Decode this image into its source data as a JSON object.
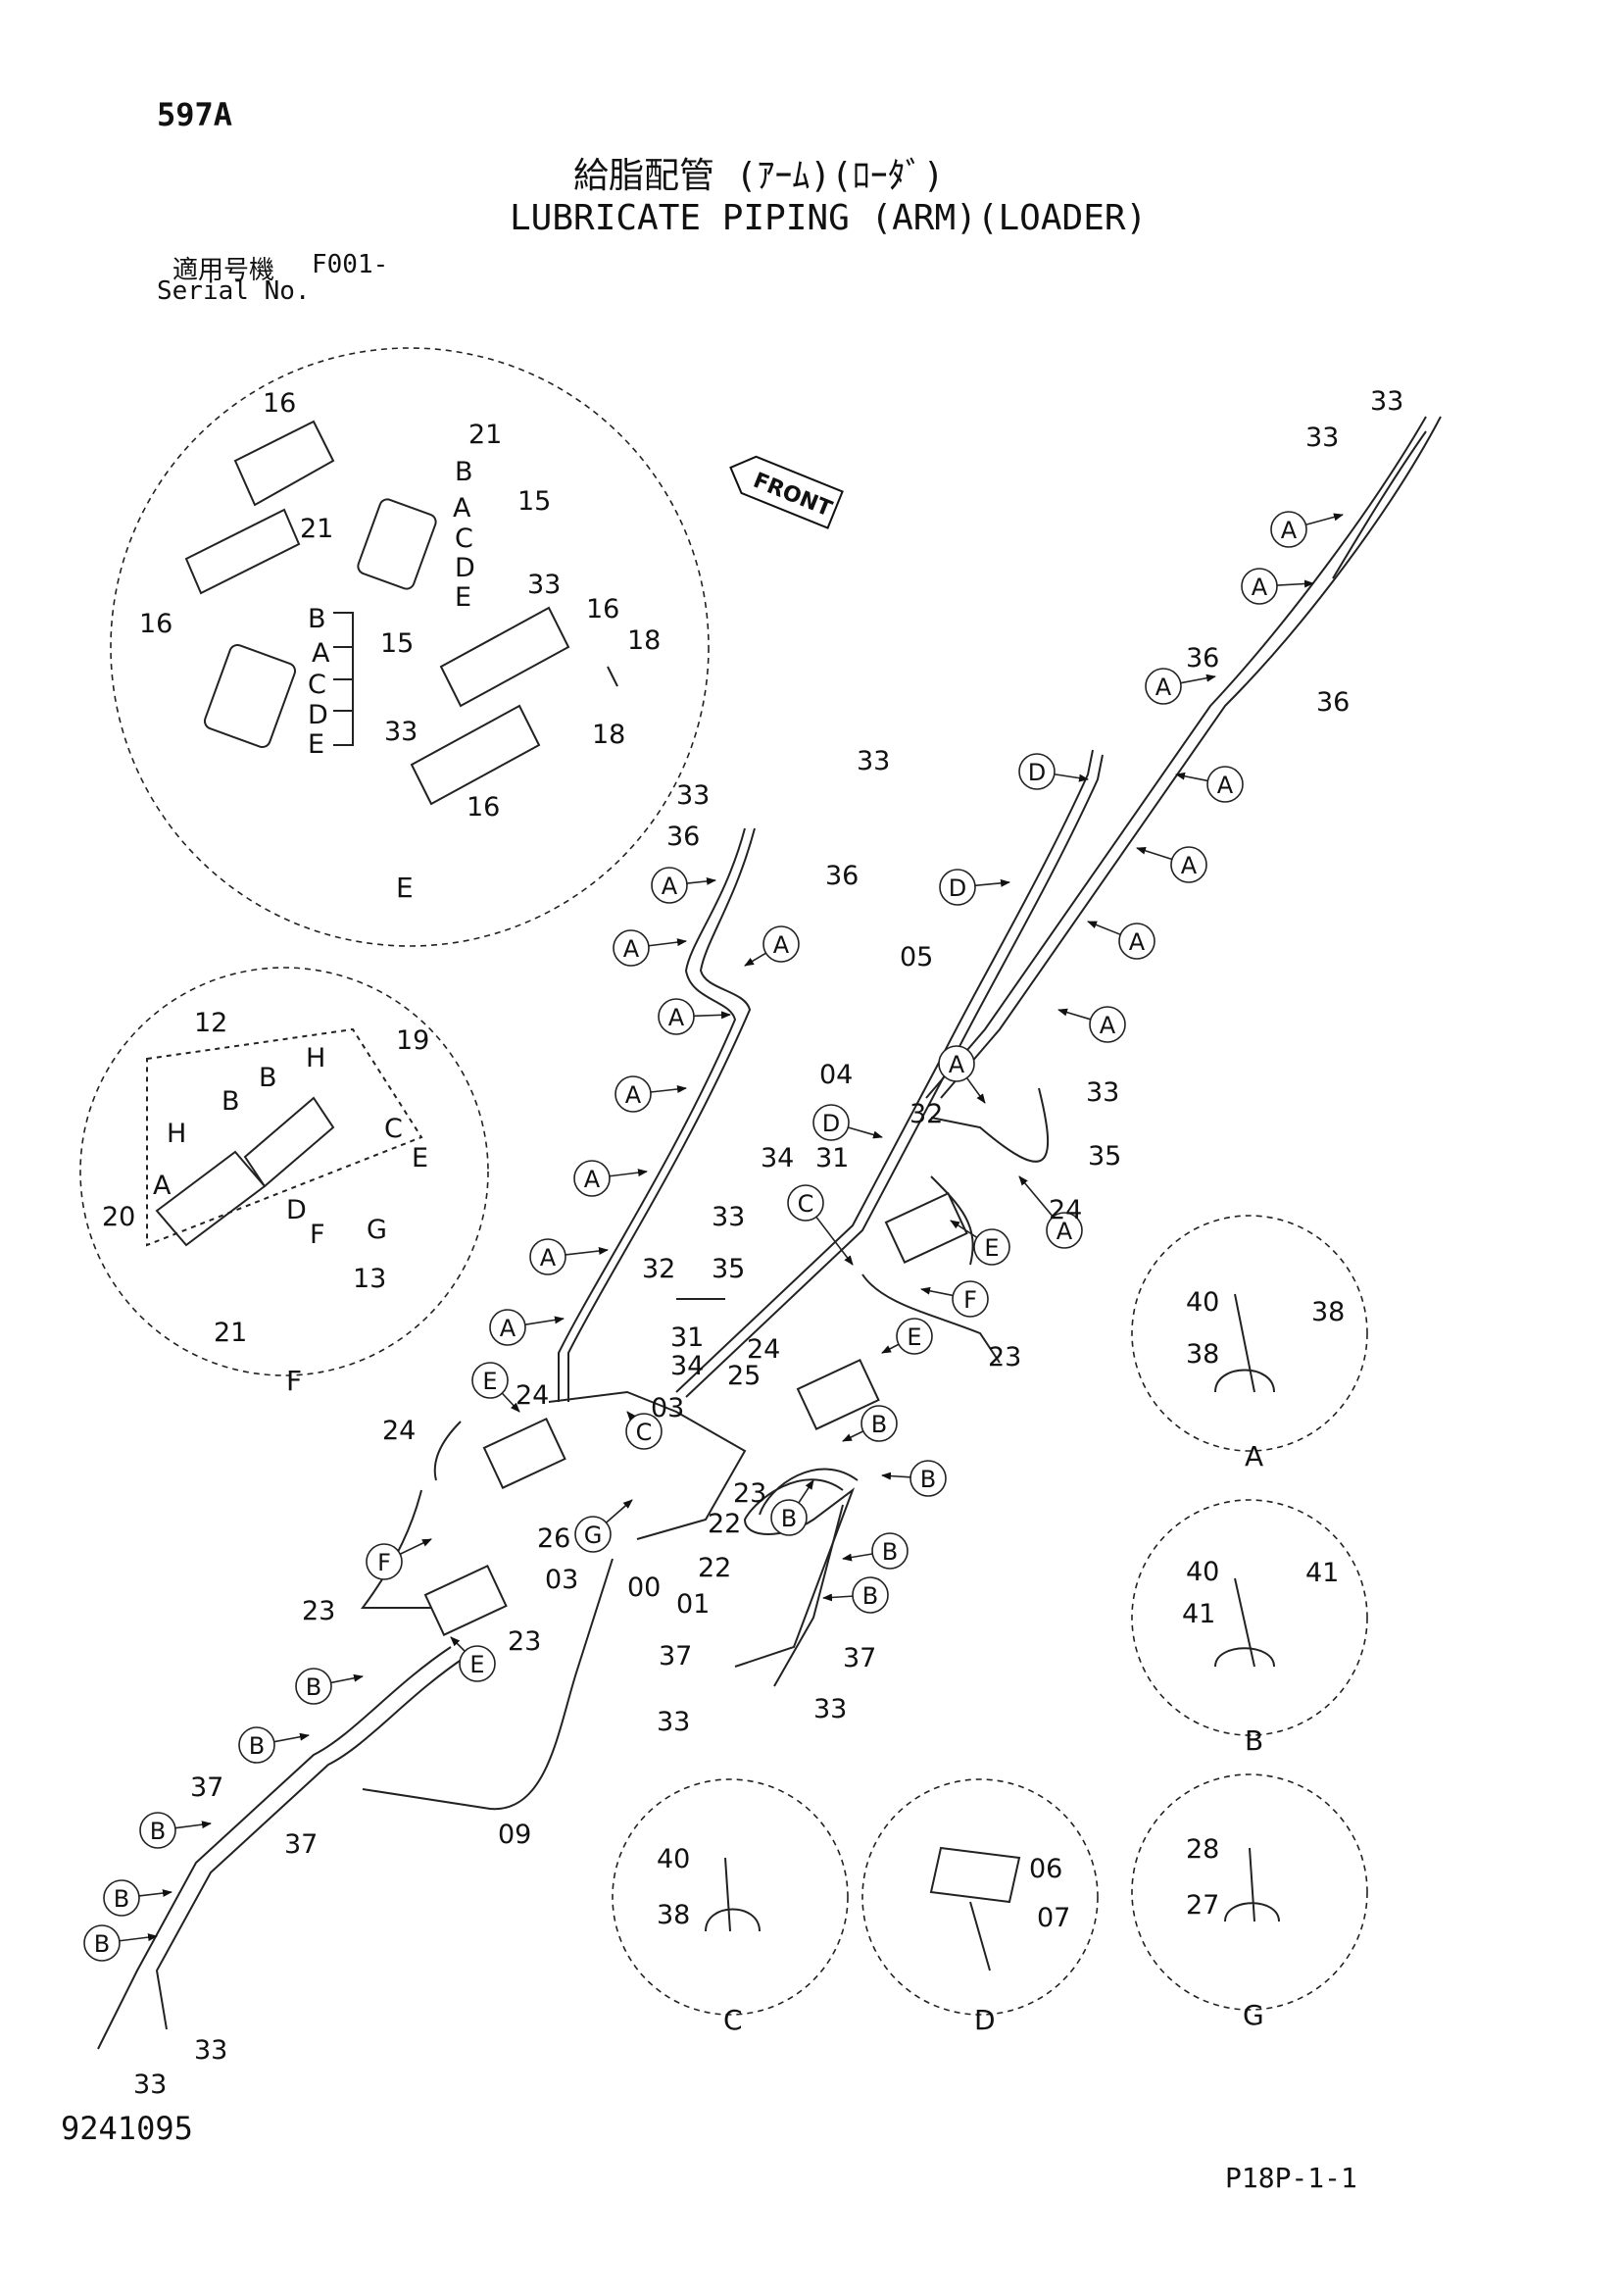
{
  "header": {
    "page_code": "597A",
    "title_jp": "給脂配管 (ｱｰﾑ)(ﾛｰﾀﾞ)",
    "title_en": "LUBRICATE PIPING (ARM)(LOADER)",
    "applicable_jp": "適用号機",
    "serial_value": "F001-",
    "serial_label": "Serial No."
  },
  "footer": {
    "drawing_no": "9241095",
    "page_ref": "P18P-1-1"
  },
  "front_label": "FRONT",
  "detail_views": {
    "E": "E",
    "F": "F",
    "A": "A",
    "B": "B",
    "C": "C",
    "D": "D",
    "G": "G"
  },
  "part_numbers": {
    "p00": "00",
    "p01": "01",
    "p03": "03",
    "p04": "04",
    "p05": "05",
    "p06": "06",
    "p07": "07",
    "p09": "09",
    "p12": "12",
    "p13": "13",
    "p15": "15",
    "p16": "16",
    "p18": "18",
    "p19": "19",
    "p20": "20",
    "p21": "21",
    "p22": "22",
    "p23": "23",
    "p24": "24",
    "p25": "25",
    "p26": "26",
    "p27": "27",
    "p28": "28",
    "p31": "31",
    "p32": "32",
    "p33": "33",
    "p34": "34",
    "p35": "35",
    "p36": "36",
    "p37": "37",
    "p38": "38",
    "p40": "40",
    "p41": "41"
  },
  "callouts": {
    "A": "A",
    "B": "B",
    "C": "C",
    "D": "D",
    "E": "E",
    "F": "F",
    "G": "G",
    "H": "H"
  }
}
